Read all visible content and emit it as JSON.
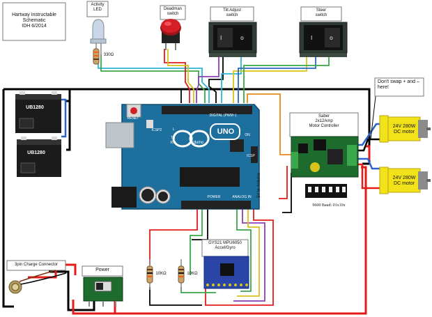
{
  "title": {
    "line1": "Hartway Instructable",
    "line2": "Schematic",
    "line3": "IDH 6/2014"
  },
  "components": {
    "activity_led": {
      "line1": "Activity",
      "line2": "LED"
    },
    "resistor_led": "330Ω",
    "deadman": {
      "line1": "Deadman",
      "line2": "switch"
    },
    "tilt": {
      "line1": "Tilt Adjust",
      "line2": "switch"
    },
    "steer": {
      "line1": "Steer",
      "line2": "switch"
    },
    "battery1": "UB1280",
    "battery2": "UB1280",
    "arduino": {
      "brand": "UNO",
      "sub": "Arduino",
      "reset": "RESET",
      "icsp2": "ICSP2",
      "digital": "DIGITAL (PWM~)",
      "power": "POWER",
      "analog": "ANALOG IN",
      "on": "ON",
      "l": "L",
      "tx": "TX",
      "rx": "RX",
      "icsp": "ICSP"
    },
    "saber": {
      "line1": "Saber",
      "line2": "2x12Amp",
      "line3": "Motor Controller"
    },
    "dip_label": "9600 Baud: 01x10x",
    "motor1": {
      "line1": "24V 280W",
      "line2": "DC motor"
    },
    "motor2": {
      "line1": "24V 280W",
      "line2": "DC motor"
    },
    "warning": {
      "line1": "Don't swap + and –",
      "line2": "here!"
    },
    "five_v": "5V to Arduino",
    "gyro": {
      "line1": "GYS21 MPU6050",
      "line2": "Accel/Gyro"
    },
    "r1": "10KΩ",
    "r2": "10KΩ",
    "charge": "3pin Charge Connector",
    "power": "Power"
  },
  "colors": {
    "board": "#1d6f9e",
    "wire_black": "#000000",
    "wire_red": "#e41b17",
    "wire_blue": "#2a64c8",
    "wire_green": "#3aa84a",
    "wire_purple": "#8e3fb5",
    "wire_yellow": "#d9c21b",
    "wire_orange": "#e88a1a",
    "wire_cyan": "#2bb7d6",
    "motor_yellow": "#f2e21a",
    "button_red": "#d41f26"
  }
}
